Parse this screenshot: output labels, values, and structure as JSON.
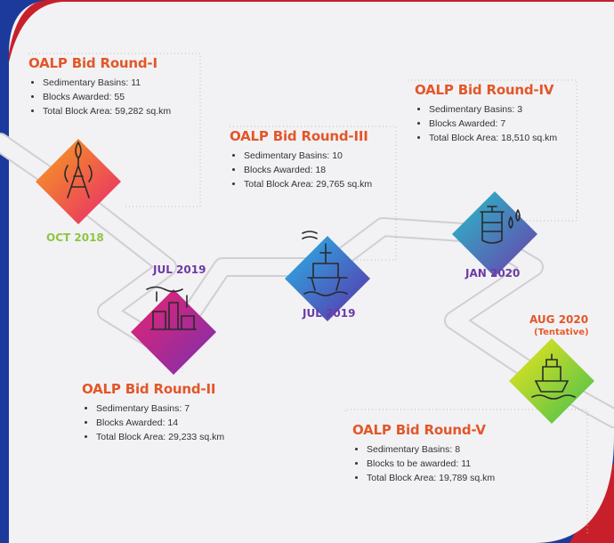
{
  "colors": {
    "title_orange": "#e2572a",
    "date_green": "#8cc63f",
    "date_purple": "#6d3aa5",
    "bg_blue": "#1c3a9c",
    "path_gray": "#cfcfd4"
  },
  "rounds": [
    {
      "title": "OALP Bid Round-I",
      "date": "OCT 2018",
      "icon": "oil-rig-flame-icon",
      "items": [
        "Sedimentary Basins: 11",
        "Blocks Awarded: 55",
        "Total Block Area: 59,282 sq.km"
      ]
    },
    {
      "title": "OALP Bid Round-II",
      "date": "JUL 2019",
      "icon": "refinery-plant-icon",
      "items": [
        "Sedimentary Basins: 7",
        "Blocks Awarded: 14",
        "Total Block Area: 29,233 sq.km"
      ]
    },
    {
      "title": "OALP Bid Round-III",
      "date": "JUL 2019",
      "icon": "offshore-platform-icon",
      "items": [
        "Sedimentary Basins: 10",
        "Blocks Awarded: 18",
        "Total Block Area: 29,765 sq.km"
      ]
    },
    {
      "title": "OALP Bid Round-IV",
      "date": "JAN 2020",
      "icon": "oil-barrel-icon",
      "items": [
        "Sedimentary Basins: 3",
        "Blocks Awarded: 7",
        "Total Block Area: 18,510 sq.km"
      ]
    },
    {
      "title": "OALP Bid Round-V",
      "date": "AUG 2020",
      "tentative": "(Tentative)",
      "icon": "tanker-ship-icon",
      "items": [
        "Sedimentary Basins: 8",
        "Blocks to be awarded: 11",
        "Total Block Area: 19,789 sq.km"
      ]
    }
  ]
}
